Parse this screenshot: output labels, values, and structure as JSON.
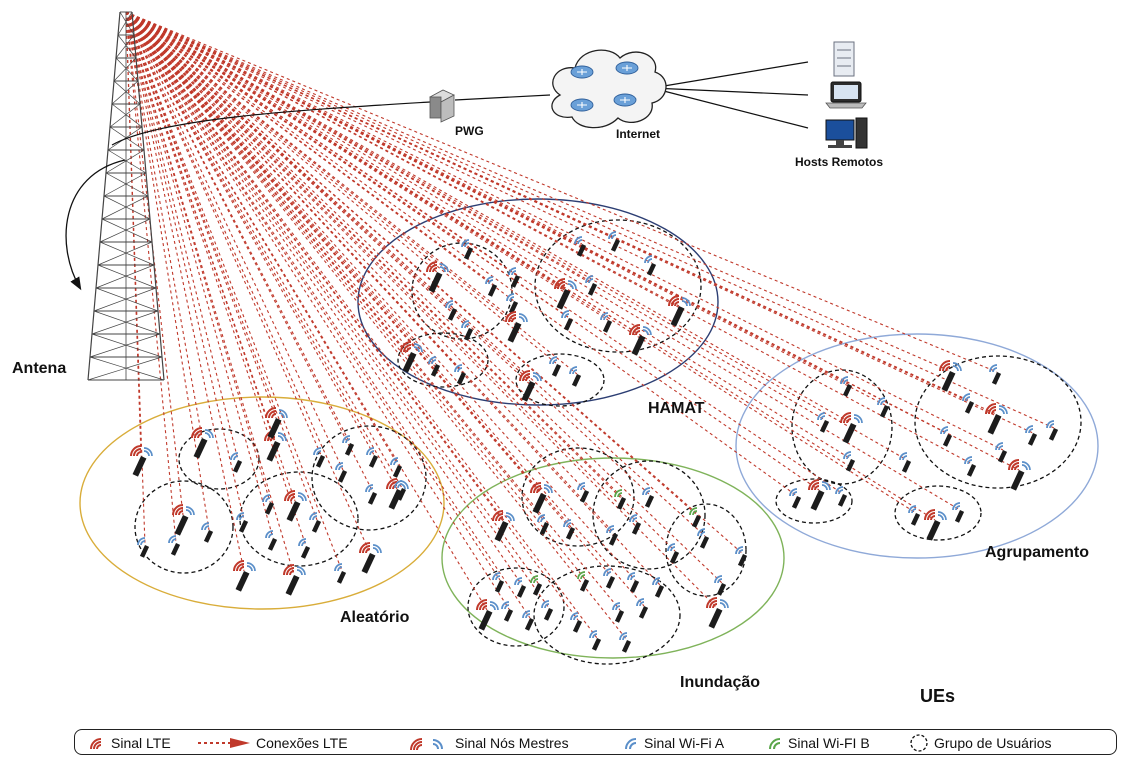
{
  "labels": {
    "antenna": "Antena",
    "pwg": "PWG",
    "internet": "Internet",
    "hosts": "Hosts Remotos",
    "hamat": "HAMAT",
    "agrupamento": "Agrupamento",
    "aleatorio": "Aleatório",
    "inundacao": "Inundação",
    "ues": "UEs"
  },
  "legend": {
    "lte_signal": "Sinal  LTE",
    "lte_connections": "Conexões  LTE",
    "master_signal": "Sinal Nós Mestres",
    "wifi_a": "Sinal Wi-Fi A",
    "wifi_b": "Sinal Wi-FI B",
    "user_group": "Grupo de Usuários"
  },
  "colors": {
    "lte": "#c0392b",
    "wifi_a": "#5b8fc9",
    "wifi_b": "#5aa64a",
    "hamat": "#2c3e73",
    "agrupamento": "#8fa9d8",
    "aleatorio": "#d9ad3a",
    "inundacao": "#7fb35a"
  }
}
